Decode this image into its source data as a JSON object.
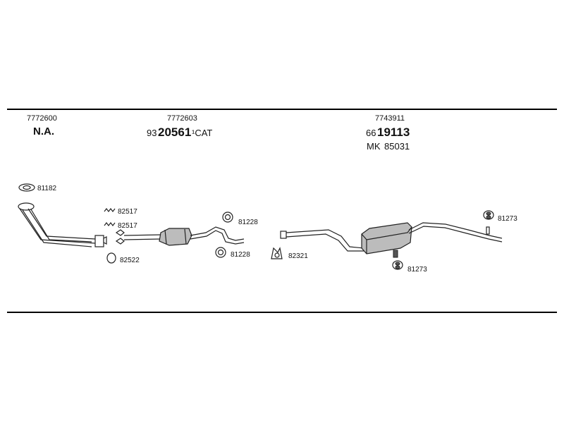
{
  "header": {
    "section1": {
      "ref": "7772600",
      "label": "N.A."
    },
    "section2": {
      "ref": "7772603",
      "prefix": "93",
      "code": "20561",
      "suffix": "¹CAT"
    },
    "section3": {
      "ref": "7743911",
      "prefix": "66",
      "code": "19113",
      "mk_prefix": "MK",
      "mk_code": "85031"
    }
  },
  "parts": {
    "p81182": "81182",
    "p82517a": "82517",
    "p82517b": "82517",
    "p82522": "82522",
    "p81228a": "81228",
    "p81228b": "81228",
    "p82321": "82321",
    "p81273a": "81273",
    "p81273b": "81273"
  }
}
